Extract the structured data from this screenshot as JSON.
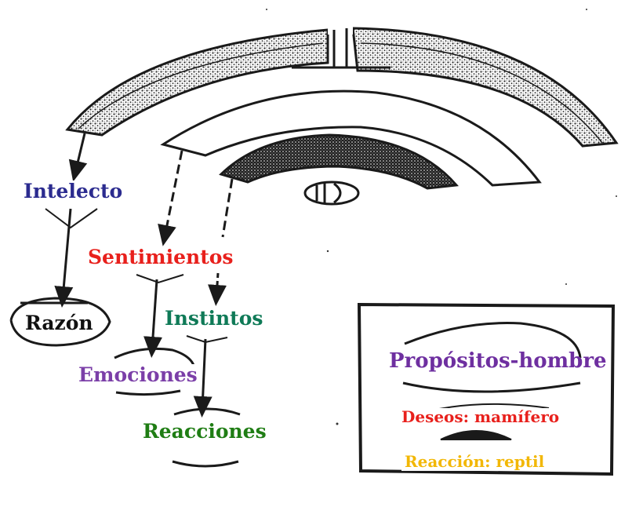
{
  "labels": {
    "intelecto": {
      "text": "Intelecto",
      "color": "#2b2b8f"
    },
    "sentimientos": {
      "text": "Sentimientos",
      "color": "#e8201c"
    },
    "razon": {
      "text": "Razón",
      "color": "#111111"
    },
    "instintos": {
      "text": "Instintos",
      "color": "#0f7a57"
    },
    "emociones": {
      "text": "Emociones",
      "color": "#7b3fa8"
    },
    "reacciones": {
      "text": "Reacciones",
      "color": "#1f7d14"
    },
    "propositos": {
      "text": "Propósitos-hombre",
      "color": "#6e2fa0"
    },
    "deseos": {
      "text": "Deseos: mamífero",
      "color": "#e8201c"
    },
    "reaccion": {
      "text": "Reacción: reptil",
      "color": "#f2b705"
    }
  },
  "colors": {
    "ink": "#1a1a1a",
    "stipple": "#5a5a5a"
  }
}
